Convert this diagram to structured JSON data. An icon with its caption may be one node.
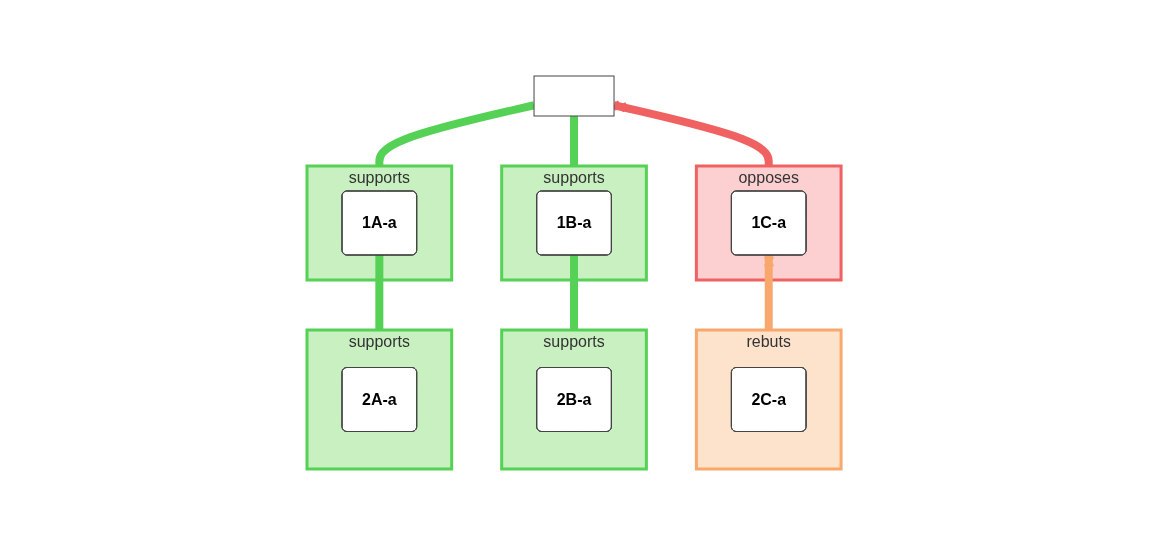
{
  "diagram": {
    "nodes": [
      {
        "text": [],
        "shape": "box"
      },
      {
        "text": [
          "supports"
        ]
      },
      {
        "text": [
          "1A-a"
        ],
        "in": 1
      },
      {
        "text": [
          "supports"
        ]
      },
      {
        "text": [
          "1B-a"
        ],
        "in": 3
      },
      {
        "text": [
          "opposes"
        ]
      },
      {
        "text": [
          "1C-a"
        ],
        "in": 5
      },
      {
        "text": [
          "supports"
        ]
      },
      {
        "text": [
          "2A-a"
        ],
        "in": 7
      },
      {
        "text": [
          "supports"
        ]
      },
      {
        "text": [
          "2B-a"
        ],
        "in": 9
      },
      {
        "text": [
          "rebuts"
        ]
      },
      {
        "text": [
          "2C-a"
        ],
        "in": 11
      }
    ],
    "edges": [
      {
        "from": 1,
        "to": 0,
        "arrow": "none"
      },
      {
        "from": 3,
        "to": 0,
        "arrow": "none"
      },
      {
        "from": 5,
        "to": 0,
        "arrow": "other",
        "color": "#f06262"
      },
      {
        "from": 7,
        "to": 2,
        "arrow": "none"
      },
      {
        "from": 9,
        "to": 4,
        "arrow": "none"
      },
      {
        "from": 11,
        "to": 6,
        "arrow": "other",
        "color": "#f8a86c"
      }
    ]
  }
}
